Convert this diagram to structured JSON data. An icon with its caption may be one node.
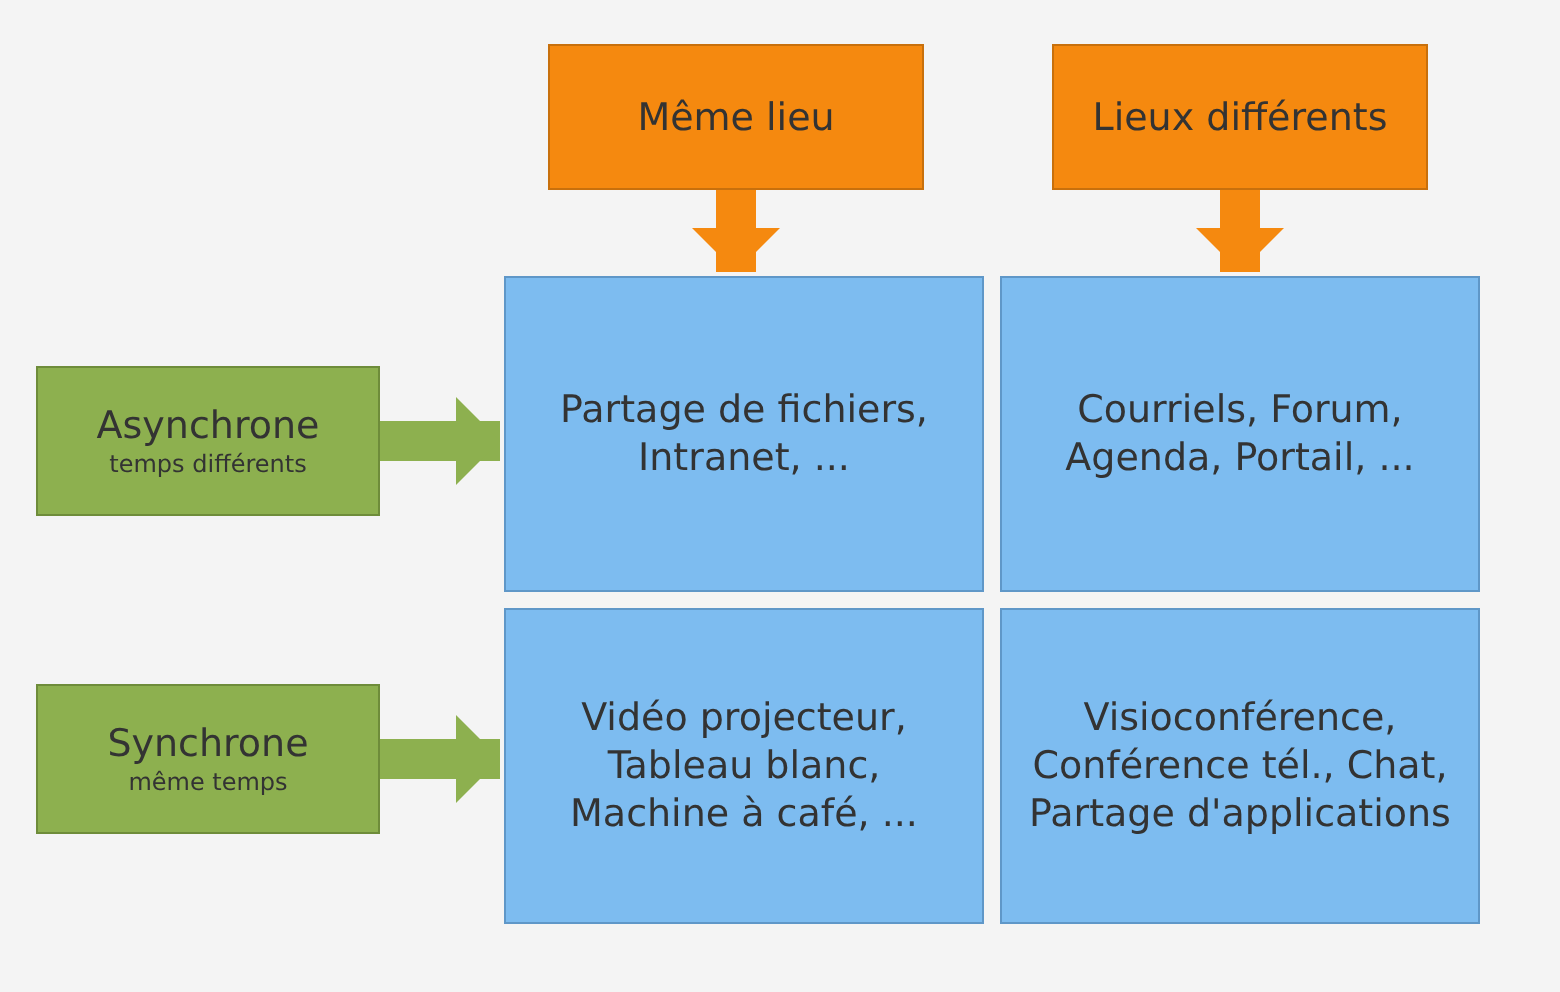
{
  "diagram": {
    "nodes": [
      {
        "text": [
          "Même lieu"
        ]
      },
      {
        "text": [
          "Lieux différents"
        ]
      },
      {
        "text": [
          "Asynchrone",
          "temps différents"
        ]
      },
      {
        "text": [
          "Partage de fichiers, Intranet, ..."
        ]
      },
      {
        "text": [
          "Courriels, Forum, Agenda, Portail, ..."
        ]
      },
      {
        "text": [
          "Synchrone",
          "même temps"
        ]
      },
      {
        "text": [
          "Vidéo projecteur, Tableau blanc, Machine à café, ..."
        ]
      },
      {
        "text": [
          "Visioconférence, Conférence tél., Chat, Partage d'applications"
        ]
      }
    ],
    "edges": [
      {
        "from": 0,
        "to": 3,
        "arrow": "to"
      },
      {
        "from": 1,
        "to": 4,
        "arrow": "to"
      },
      {
        "from": 2,
        "to": 3,
        "arrow": "to",
        "color": "#8db04f"
      },
      {
        "from": 5,
        "to": 6,
        "arrow": "to",
        "color": "#8db04f"
      }
    ]
  }
}
